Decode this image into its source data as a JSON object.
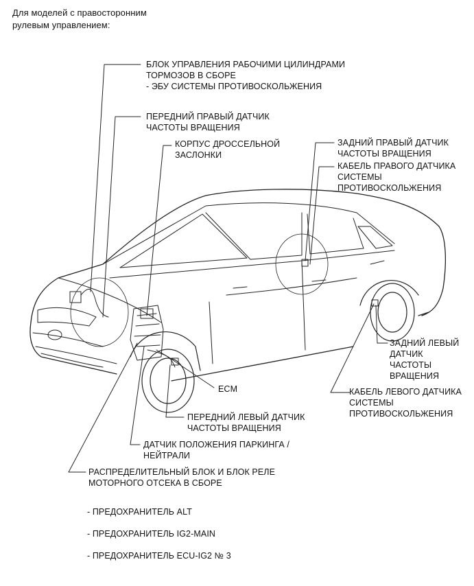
{
  "intro": "Для моделей с правосторонним\nрулевым управлением:",
  "labels": {
    "brake_block": "БЛОК УПРАВЛЕНИЯ РАБОЧИМИ ЦИЛИНДРАМИ\nТОРМОЗОВ В СБОРЕ\n- ЭБУ СИСТЕМЫ ПРОТИВОСКОЛЬЖЕНИЯ",
    "front_right_sensor": "ПЕРЕДНИЙ ПРАВЫЙ ДАТЧИК\nЧАСТОТЫ ВРАЩЕНИЯ",
    "throttle_body": "КОРПУС ДРОССЕЛЬНОЙ\nЗАСЛОНКИ",
    "rear_right_sensor": "ЗАДНИЙ ПРАВЫЙ ДАТЧИК\nЧАСТОТЫ ВРАЩЕНИЯ",
    "right_sensor_cable": "КАБЕЛЬ ПРАВОГО ДАТЧИКА\nСИСТЕМЫ\nПРОТИВОСКОЛЬЖЕНИЯ",
    "rear_left_sensor": "ЗАДНИЙ ЛЕВЫЙ\nДАТЧИК\nЧАСТОТЫ\nВРАЩЕНИЯ",
    "left_sensor_cable": "КАБЕЛЬ ЛЕВОГО ДАТЧИКА\nСИСТЕМЫ\nПРОТИВОСКОЛЬЖЕНИЯ",
    "ecm": "ECM",
    "front_left_sensor": "ПЕРЕДНИЙ ЛЕВЫЙ ДАТЧИК\nЧАСТОТЫ ВРАЩЕНИЯ",
    "park_neutral_sensor": "ДАТЧИК ПОЛОЖЕНИЯ ПАРКИНГА /\nНЕЙТРАЛИ",
    "junction_block": "РАСПРЕДЕЛИТЕЛЬНЫЙ БЛОК И БЛОК РЕЛЕ\nМОТОРНОГО ОТСЕКА В СБОРЕ"
  },
  "fuses": [
    "- ПРЕДОХРАНИТЕЛЬ ALT",
    "- ПРЕДОХРАНИТЕЛЬ IG2-MAIN",
    "- ПРЕДОХРАНИТЕЛЬ ECU-IG2 № 3"
  ]
}
